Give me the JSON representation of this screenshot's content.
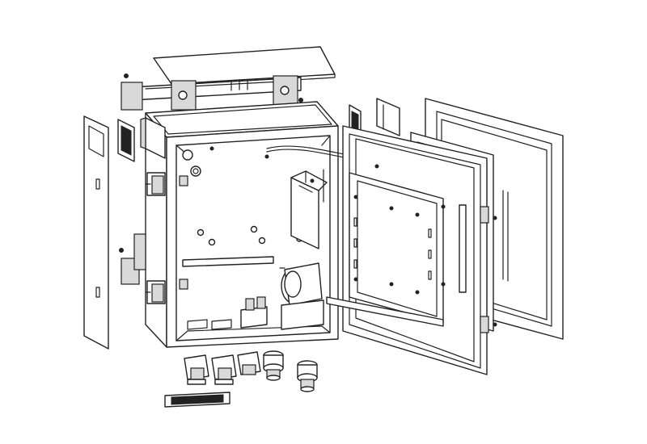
{
  "figure": {
    "subject": "exploded-view-electrical-enclosure",
    "colors": {
      "line": "#222222",
      "background": "#ffffff",
      "shade": "#d9d9d9"
    },
    "parts": [
      "rain-hood",
      "mounting-bracket-top",
      "mounting-bracket-bottom",
      "side-panel-left",
      "louver-vent-left",
      "enclosure-body",
      "back-mounting-plate",
      "din-rail",
      "terminal-block",
      "cooling-fan",
      "latch-upper",
      "latch-lower",
      "louver-vent-right",
      "side-panel-right",
      "door",
      "inner-swing-panel",
      "door-gasket",
      "window-frame",
      "cable-gland-large",
      "cable-gland-small",
      "cable-entry-plug",
      "filter-plate"
    ]
  }
}
